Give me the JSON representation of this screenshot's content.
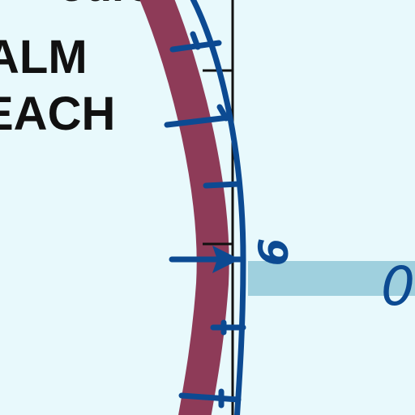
{
  "labels": {
    "top_partial": "ourse",
    "line1": "ALM",
    "line2": "EACH"
  },
  "gauge": {
    "highlighted_value": "6",
    "reading": "0"
  },
  "colors": {
    "background": "#e8f9fc",
    "arc_fill": "#8e3b58",
    "scale_blue": "#0c4a92",
    "pointer_bar": "#9fd0de"
  }
}
